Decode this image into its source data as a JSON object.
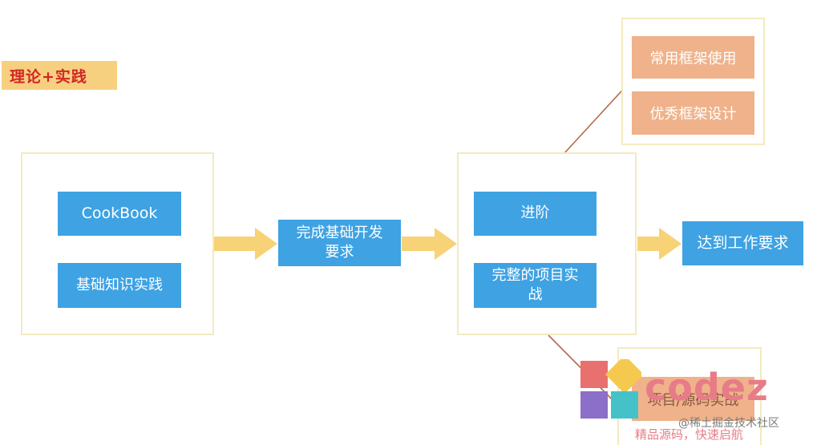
{
  "tag": "理论+实践",
  "left_group": {
    "items": [
      "CookBook",
      "基础知识实践"
    ]
  },
  "mid_box": "完成基础开发\n要求",
  "right_group": {
    "items": [
      "进阶",
      "完整的项目实\n战"
    ]
  },
  "goal_box": "达到工作要求",
  "top_group": {
    "items": [
      "常用框架使用",
      "优秀框架设计"
    ]
  },
  "bottom_group": {
    "items": [
      "项目/源码实战"
    ]
  },
  "watermark": {
    "logo_text": "codez",
    "site_text": "@稀土掘金技术社区",
    "slogan": "精品源码，快速启航"
  },
  "colors": {
    "blue_box": "#3ea2e3",
    "orange_box": "#efb28b",
    "arrow": "#f7d276",
    "frame_border": "#f2ebbf",
    "tag_bg": "#f7d07f",
    "tag_text": "#d32626"
  }
}
